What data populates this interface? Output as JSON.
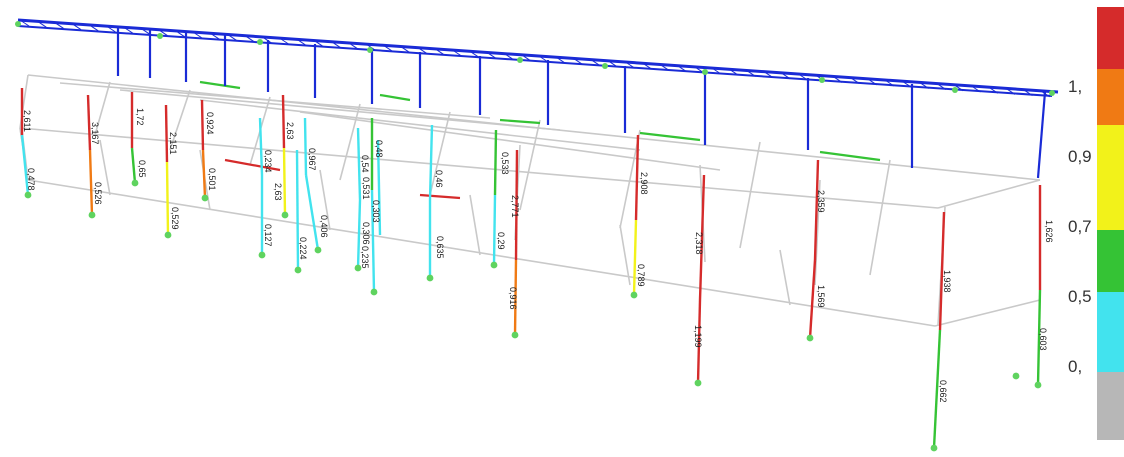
{
  "colors": {
    "beam": "#c9c9c9",
    "roof_truss": "#1a2bd6",
    "node": "#5fd35f",
    "red": "#d52b2b",
    "orange": "#f07a14",
    "yellow": "#f2f21a",
    "green": "#35c335",
    "cyan": "#42e3ee",
    "gray": "#b7b7b7"
  },
  "legend": {
    "labels": [
      "1,",
      "0,9",
      "0,7",
      "0,5",
      "0,"
    ],
    "swatches": [
      "red",
      "orange",
      "yellow",
      "green",
      "cyan",
      "gray"
    ]
  },
  "column_labels": [
    "2,611",
    "0,478",
    "3,167",
    "0,526",
    "1,72",
    "0,65",
    "2,151",
    "0,529",
    "0,924",
    "0,501",
    "0,234",
    "0,127",
    "2,63",
    "2,63",
    "0,224",
    "0,967",
    "0,406",
    "0,54",
    "0,531",
    "0,235",
    "0,306",
    "0,303",
    "0,48",
    "0,46",
    "0,635",
    "0,533",
    "0,29",
    "2,771",
    "0,916",
    "2,908",
    "0,789",
    "2,318",
    "1,199",
    "2,359",
    "1,569",
    "1,938",
    "0,662",
    "1,626",
    "0,603"
  ]
}
